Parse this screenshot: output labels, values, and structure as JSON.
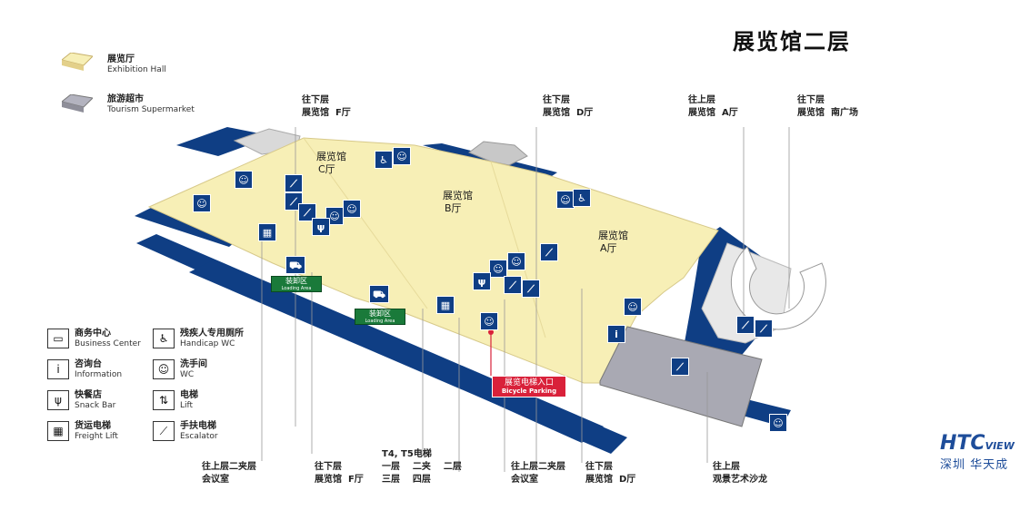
{
  "title": "展览馆二层",
  "colors": {
    "hall": "#f7efb6",
    "road": "#0f3e84",
    "supermarket": "#a9a9b3",
    "grey": "#e3e3e3",
    "brand": "#1e4d9a",
    "entrance": "#d9213a",
    "loading": "#1a7a3a"
  },
  "legend_top": [
    {
      "cn": "展览厅",
      "en": "Exhibition Hall",
      "color": "#f7efb6"
    },
    {
      "cn": "旅游超市",
      "en": "Tourism Supermarket",
      "color": "#a9a9b3"
    }
  ],
  "legend_bottom": [
    {
      "icon": "business-center-icon",
      "glyph": "▭",
      "cn": "商务中心",
      "en": "Business Center"
    },
    {
      "icon": "handicap-wc-icon",
      "glyph": "♿",
      "cn": "残疾人专用厕所",
      "en": "Handicap WC"
    },
    {
      "icon": "information-icon",
      "glyph": "i",
      "cn": "咨询台",
      "en": "Information"
    },
    {
      "icon": "wc-icon",
      "glyph": "☺",
      "cn": "洗手间",
      "en": "WC"
    },
    {
      "icon": "snack-bar-icon",
      "glyph": "ψ",
      "cn": "快餐店",
      "en": "Snack Bar"
    },
    {
      "icon": "lift-icon",
      "glyph": "⇅",
      "cn": "电梯",
      "en": "Lift"
    },
    {
      "icon": "freight-lift-icon",
      "glyph": "▦",
      "cn": "货运电梯",
      "en": "Freight Lift"
    },
    {
      "icon": "escalator-icon",
      "glyph": "⟋",
      "cn": "手扶电梯",
      "en": "Escalator"
    }
  ],
  "top_callouts": [
    {
      "text": "往下层\n展览馆  F厅"
    },
    {
      "text": "往下层\n展览馆  D厅"
    },
    {
      "text": "往上层\n展览馆  A厅"
    },
    {
      "text": "往下层\n展览馆  南广场"
    }
  ],
  "bottom_callouts": [
    {
      "text": "往上层二夹层\n会议室"
    },
    {
      "text": "往下层\n展览馆  F厅"
    },
    {
      "text": "T4, T5电梯\n一层    二夹    二层\n三层    四层"
    },
    {
      "text": "往上层二夹层\n会议室"
    },
    {
      "text": "往下层\n展览馆  D厅"
    },
    {
      "text": "往上层\n观景艺术沙龙"
    }
  ],
  "halls": [
    {
      "name": "展览馆",
      "sub": "C厅"
    },
    {
      "name": "展览馆",
      "sub": "B厅"
    },
    {
      "name": "展览馆",
      "sub": "A厅"
    }
  ],
  "loading_areas": [
    {
      "cn": "装卸区",
      "en": "Loading Area"
    },
    {
      "cn": "装卸区",
      "en": "Loading Area"
    }
  ],
  "entrance": {
    "cn": "展览电梯入口",
    "en": "Bicycle Parking"
  },
  "brand": {
    "htc": "HTC",
    "view": "VIEW",
    "cn": "深圳  华天成"
  }
}
